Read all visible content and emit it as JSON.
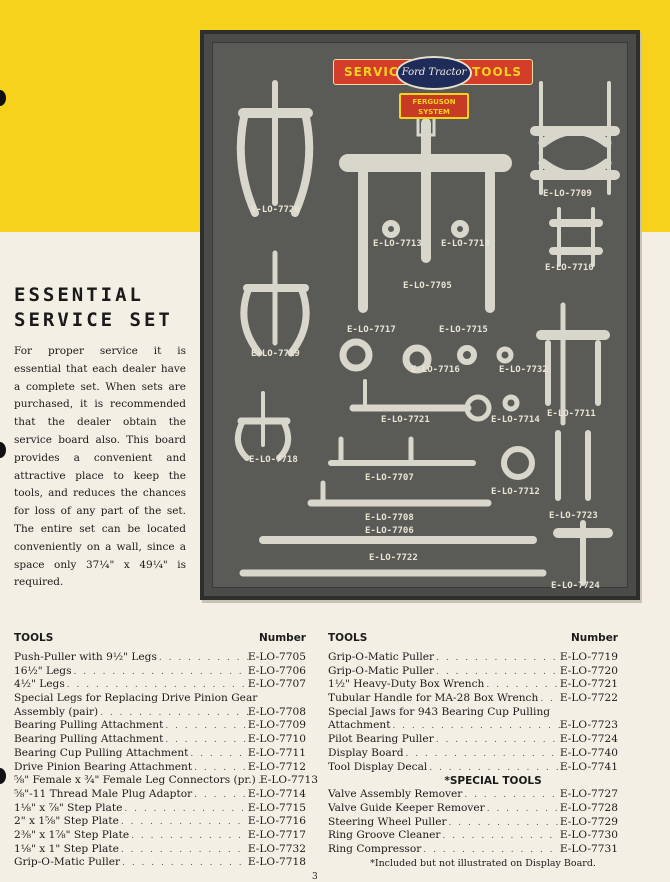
{
  "board": {
    "emblem_left": "SERVICE",
    "emblem_right": "TOOLS",
    "emblem_brand": "Ford Tractor",
    "emblem_sub": "FERGUSON SYSTEM",
    "labels": [
      "E-LO-7720",
      "E-LO-7713",
      "E-LO-7713",
      "E-LO-7705",
      "E-LO-7709",
      "E-LO-7710",
      "E-LO-7719",
      "E-LO-7717",
      "E-LO-7715",
      "E-LO-7716",
      "E-LO-7732",
      "E-LO-7718",
      "E-LO-7721",
      "E-LO-7714",
      "E-LO-7711",
      "E-LO-7707",
      "E-LO-7712",
      "E-LO-7708",
      "E-LO-7706",
      "E-LO-7723",
      "E-LO-7722",
      "E-LO-7724"
    ]
  },
  "heading": {
    "line1": "ESSENTIAL",
    "line2": "SERVICE SET"
  },
  "intro": "For proper service it is essential that each dealer have a complete set. When sets are purchased, it is recommended that the dealer obtain the service board also. This board provides a convenient and attractive place to keep the tools, and reduces the chances for loss of any part of the set. The entire set can be located conveniently on a wall, since a space only 37¼\" x 49¼\" is required.",
  "table_left": {
    "col_tools": "TOOLS",
    "col_number": "Number",
    "rows": [
      {
        "name": "Push-Puller with 9½\" Legs",
        "num": "E-LO-7705"
      },
      {
        "name": "16½\" Legs",
        "num": "E-LO-7706"
      },
      {
        "name": "4½\" Legs",
        "num": "E-LO-7707"
      },
      {
        "name": "Special Legs for Replacing Drive Pinion Gear",
        "num": ""
      },
      {
        "name": "  Assembly (pair)",
        "num": "E-LO-7708"
      },
      {
        "name": "Bearing Pulling Attachment",
        "num": "E-LO-7709"
      },
      {
        "name": "Bearing Pulling Attachment",
        "num": "E-LO-7710"
      },
      {
        "name": "Bearing Cup Pulling Attachment",
        "num": "E-LO-7711"
      },
      {
        "name": "Drive Pinion Bearing Attachment",
        "num": "E-LO-7712"
      },
      {
        "name": "⅝\" Female x ¾\" Female Leg Connectors (pr.)",
        "num": "E-LO-7713"
      },
      {
        "name": "⅝\"-11 Thread Male Plug Adaptor",
        "num": "E-LO-7714"
      },
      {
        "name": "1⅛\" x ⅞\" Step Plate",
        "num": "E-LO-7715"
      },
      {
        "name": "2\" x 1⅝\" Step Plate",
        "num": "E-LO-7716"
      },
      {
        "name": "2⅜\" x 1⅞\" Step Plate",
        "num": "E-LO-7717"
      },
      {
        "name": "1⅛\" x 1\" Step Plate",
        "num": "E-LO-7732"
      },
      {
        "name": "Grip-O-Matic Puller",
        "num": "E-LO-7718"
      }
    ]
  },
  "table_right": {
    "col_tools": "TOOLS",
    "col_number": "Number",
    "rows": [
      {
        "name": "Grip-O-Matic Puller",
        "num": "E-LO-7719"
      },
      {
        "name": "Grip-O-Matic Puller",
        "num": "E-LO-7720"
      },
      {
        "name": "1½\" Heavy-Duty Box Wrench",
        "num": "E-LO-7721"
      },
      {
        "name": "Tubular Handle for MA-28 Box Wrench",
        "num": "E-LO-7722"
      },
      {
        "name": "Special Jaws for 943 Bearing Cup Pulling",
        "num": ""
      },
      {
        "name": "  Attachment",
        "num": "E-LO-7723"
      },
      {
        "name": "Pilot Bearing Puller",
        "num": "E-LO-7724"
      },
      {
        "name": "Display Board",
        "num": "E-LO-7740"
      },
      {
        "name": "Tool Display Decal",
        "num": "E-LO-7741"
      }
    ],
    "special_heading": "*SPECIAL TOOLS",
    "special_rows": [
      {
        "name": "Valve Assembly Remover",
        "num": "E-LO-7727"
      },
      {
        "name": "Valve Guide Keeper Remover",
        "num": "E-LO-7728"
      },
      {
        "name": "Steering Wheel Puller",
        "num": "E-LO-7729"
      },
      {
        "name": "Ring Groove Cleaner",
        "num": "E-LO-7730"
      },
      {
        "name": "Ring Compressor",
        "num": "E-LO-7731"
      }
    ],
    "footnote": "*Included but not illustrated on Display Board."
  },
  "page_number": "3"
}
